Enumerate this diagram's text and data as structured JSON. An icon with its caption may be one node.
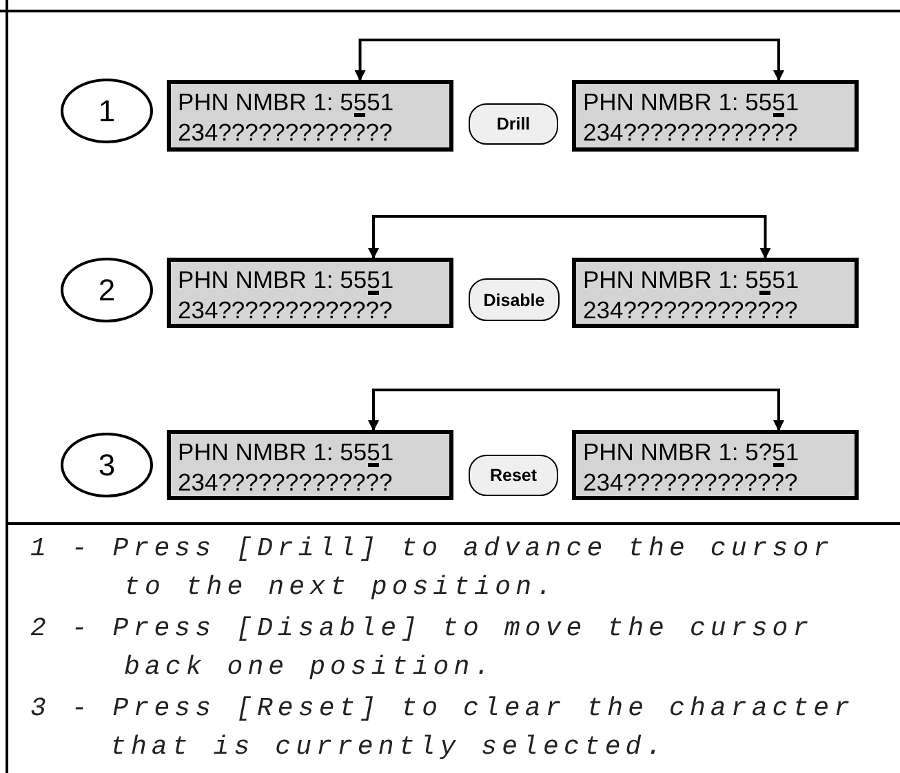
{
  "diagram": {
    "nodes": [
      {
        "text": [
          "1"
        ]
      },
      {
        "text": [
          "PHN NMBR 1: 5551",
          "234?????????????"
        ]
      },
      {
        "text": [
          "Drill"
        ]
      },
      {
        "text": [
          "PHN NMBR 1: 5551",
          "234?????????????"
        ]
      },
      {
        "text": [
          "2"
        ]
      },
      {
        "text": [
          "PHN NMBR 1: 5551",
          "234?????????????"
        ]
      },
      {
        "text": [
          "Disable"
        ]
      },
      {
        "text": [
          "PHN NMBR 1: 5551",
          "234?????????????"
        ]
      },
      {
        "text": [
          "3"
        ]
      },
      {
        "text": [
          "PHN NMBR 1: 5551",
          "234?????????????"
        ]
      },
      {
        "text": [
          "Reset"
        ]
      },
      {
        "text": [
          "PHN NMBR 1: 5?51",
          "234?????????????"
        ]
      }
    ],
    "edges": [
      {
        "from": 1,
        "to": 3,
        "arrow": "both"
      },
      {
        "from": 5,
        "to": 7,
        "arrow": "both"
      },
      {
        "from": 9,
        "to": 11,
        "arrow": "both"
      }
    ],
    "labels": [
      "1 - Press [Drill] to advance the cursor to the next position.",
      "2 - Press [Disable] to move the cursor back one position.",
      "3 - Press [Reset] to clear the character that is currently selected."
    ]
  }
}
